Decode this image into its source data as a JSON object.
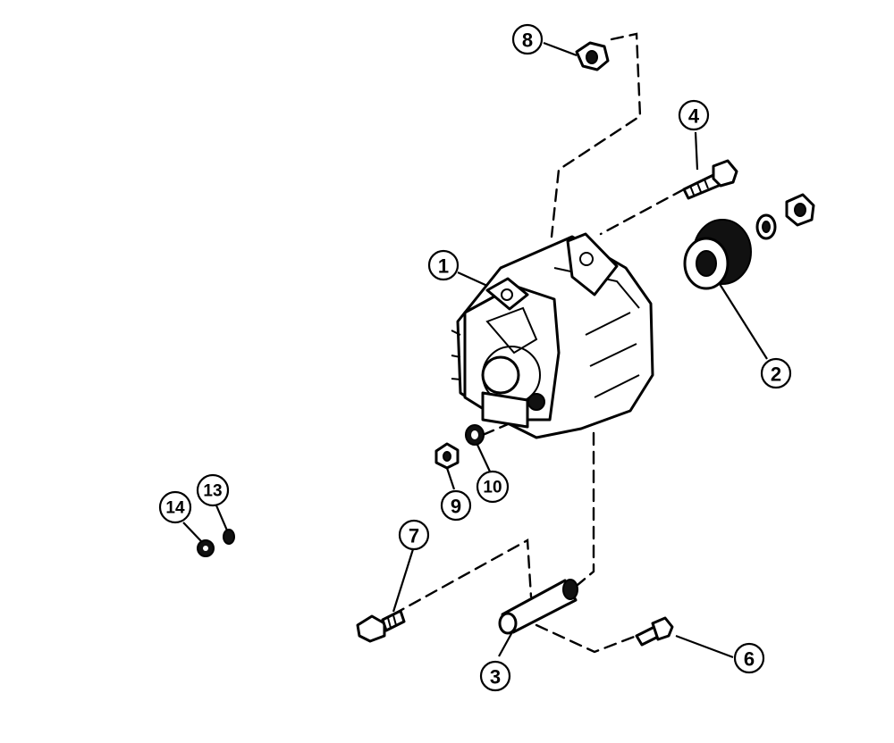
{
  "callouts": [
    {
      "id": "1",
      "label": "1"
    },
    {
      "id": "2",
      "label": "2"
    },
    {
      "id": "3",
      "label": "3"
    },
    {
      "id": "4",
      "label": "4"
    },
    {
      "id": "6",
      "label": "6"
    },
    {
      "id": "7",
      "label": "7"
    },
    {
      "id": "8",
      "label": "8"
    },
    {
      "id": "9",
      "label": "9"
    },
    {
      "id": "10",
      "label": "10"
    },
    {
      "id": "13",
      "label": "13"
    },
    {
      "id": "14",
      "label": "14"
    }
  ]
}
